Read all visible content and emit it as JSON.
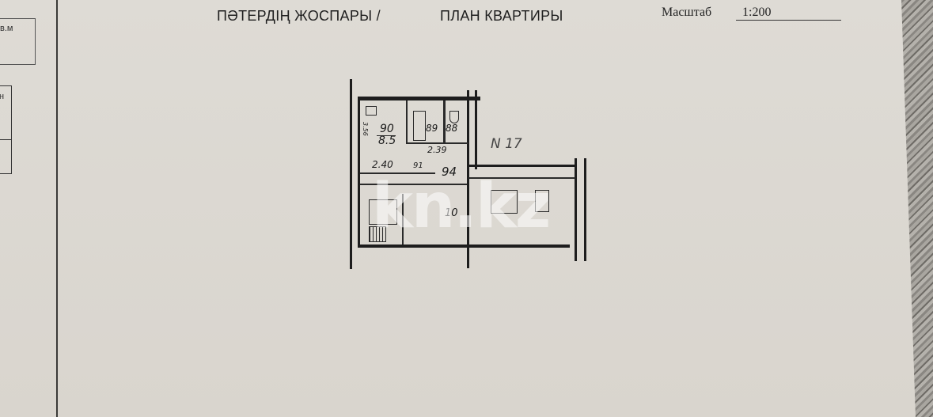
{
  "document": {
    "title_kz": "ПӘТЕРДІҢ ЖОСПАРЫ /",
    "title_ru": "ПЛАН КВАРТИРЫ",
    "scale_label": "Масштаб",
    "scale_value": "1:200"
  },
  "left_panel": {
    "box1_text": "в.м",
    "box2_text": "н"
  },
  "floor_plan": {
    "apartment_number": "N 17",
    "labels": {
      "kitchen_area_top": "90",
      "kitchen_area_bottom": "8.5",
      "kitchen_width": "3.56",
      "kitchen_depth": "2.40",
      "bath_area": "89",
      "toilet_area": "88",
      "corridor_length": "2.39",
      "closet_area": "91",
      "hall_area": "94",
      "room_label": "10"
    }
  },
  "watermark": "kn.kz"
}
